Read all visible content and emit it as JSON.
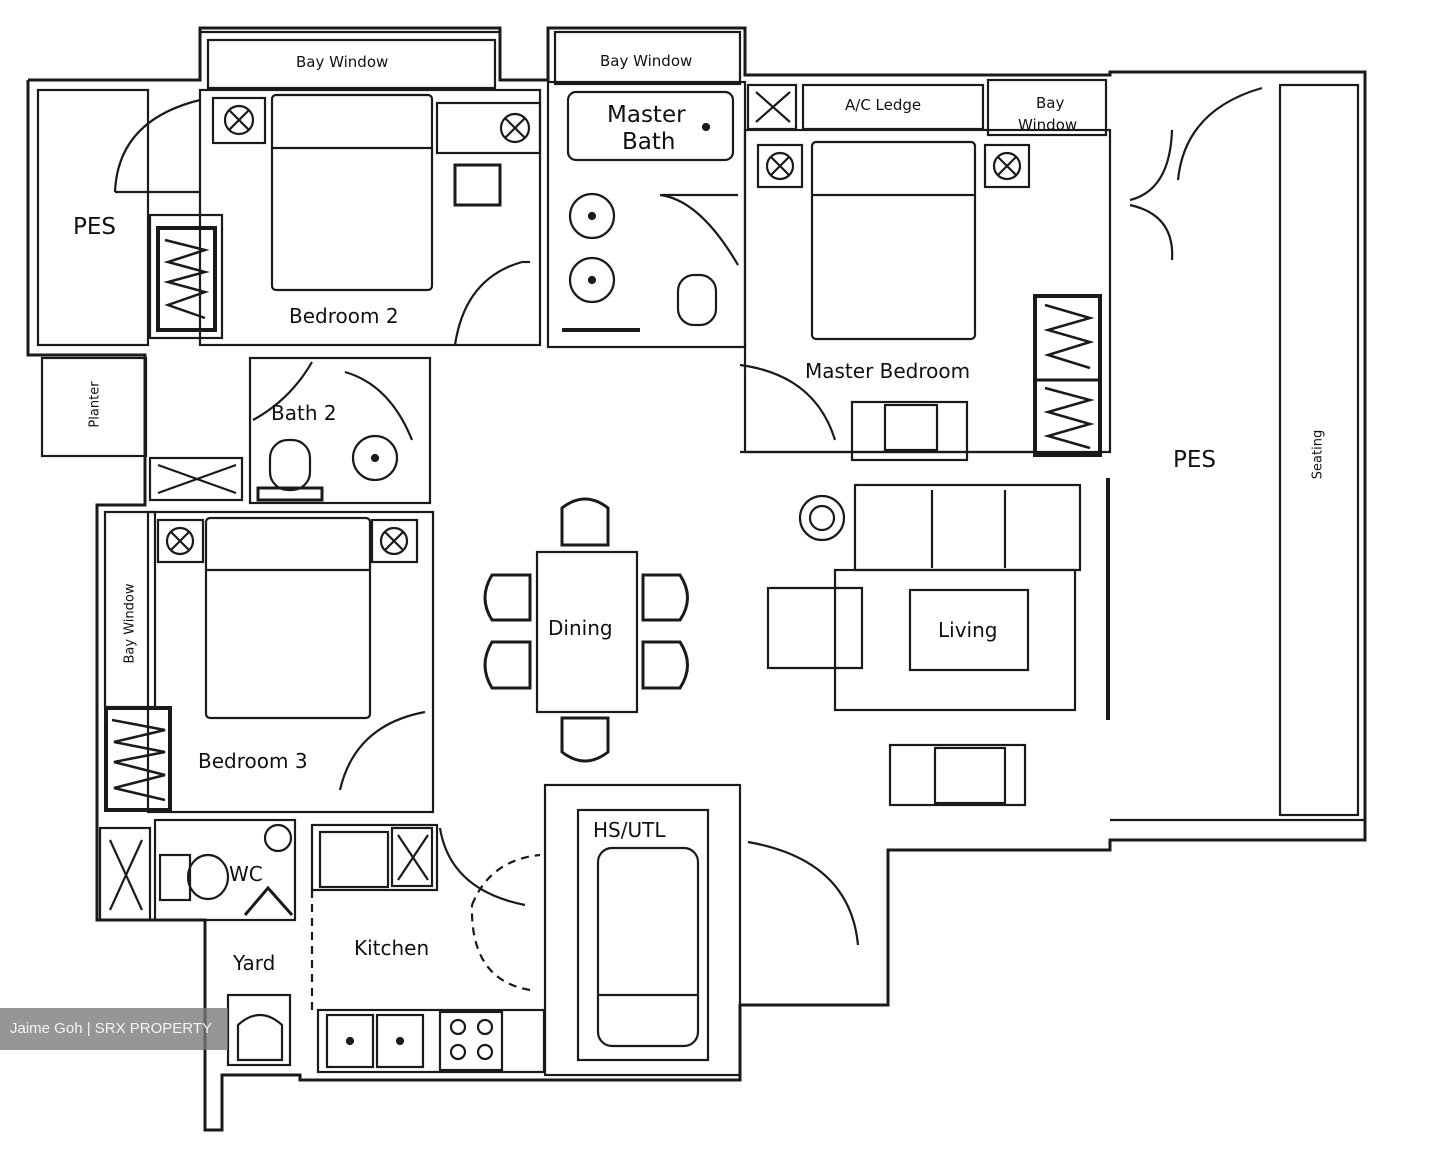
{
  "rooms": {
    "bay_window_bedroom2": "Bay Window",
    "bay_window_master_bath": "Bay Window",
    "master_bath_line1": "Master",
    "master_bath_line2": "Bath",
    "ac_ledge": "A/C Ledge",
    "bay_window_master_line1": "Bay",
    "bay_window_master_line2": "Window",
    "pes_left": "PES",
    "bedroom2": "Bedroom 2",
    "planter": "Planter",
    "bath2": "Bath 2",
    "master_bedroom": "Master Bedroom",
    "pes_right": "PES",
    "seating": "Seating",
    "bay_window_bedroom3": "Bay Window",
    "dining": "Dining",
    "living": "Living",
    "bedroom3": "Bedroom 3",
    "hs_utl": "HS/UTL",
    "wc": "WC",
    "kitchen": "Kitchen",
    "yard": "Yard"
  },
  "watermark": "Jaime Goh | SRX PROPERTY",
  "colors": {
    "line": "#1a1a1a",
    "background": "#ffffff",
    "watermark_bg": "#787878"
  }
}
